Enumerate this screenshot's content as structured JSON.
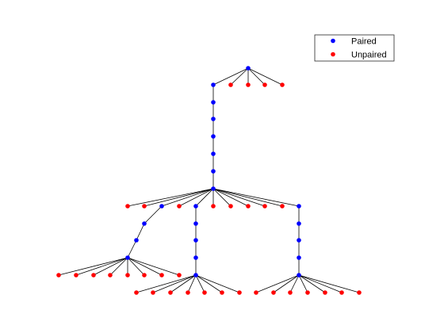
{
  "colors": {
    "paired": "#0000ff",
    "unpaired": "#ff0000",
    "edge": "#000000",
    "background": "#ffffff"
  },
  "legend": {
    "placement": "top-right",
    "entries": [
      {
        "key": "paired",
        "label": "Paired"
      },
      {
        "key": "unpaired",
        "label": "Unpaired"
      }
    ]
  },
  "chart_data": {
    "type": "tree",
    "root": "n1",
    "nodes": [
      {
        "id": "n1",
        "kind": "paired",
        "children": [
          "n2",
          "u1",
          "u2",
          "u3",
          "u4"
        ]
      },
      {
        "id": "n2",
        "kind": "paired",
        "children": [
          "n3"
        ]
      },
      {
        "id": "n3",
        "kind": "paired",
        "children": [
          "n4"
        ]
      },
      {
        "id": "n4",
        "kind": "paired",
        "children": [
          "n5"
        ]
      },
      {
        "id": "n5",
        "kind": "paired",
        "children": [
          "n6"
        ]
      },
      {
        "id": "n6",
        "kind": "paired",
        "children": [
          "n7"
        ]
      },
      {
        "id": "n7",
        "kind": "paired",
        "children": [
          "n8"
        ]
      },
      {
        "id": "n8",
        "kind": "paired",
        "children": [
          "u5",
          "u6",
          "n9",
          "u7",
          "n13",
          "u8",
          "u9",
          "u10",
          "u11",
          "u12",
          "n18"
        ]
      },
      {
        "id": "n9",
        "kind": "paired",
        "children": [
          "n10"
        ]
      },
      {
        "id": "n10",
        "kind": "paired",
        "children": [
          "n11"
        ]
      },
      {
        "id": "n11",
        "kind": "paired",
        "children": [
          "n12"
        ]
      },
      {
        "id": "n12",
        "kind": "paired",
        "children": [
          "u13",
          "u14",
          "u15",
          "u16",
          "u17",
          "u18",
          "u19",
          "u20"
        ]
      },
      {
        "id": "n13",
        "kind": "paired",
        "children": [
          "n14"
        ]
      },
      {
        "id": "n14",
        "kind": "paired",
        "children": [
          "n15"
        ]
      },
      {
        "id": "n15",
        "kind": "paired",
        "children": [
          "n16"
        ]
      },
      {
        "id": "n16",
        "kind": "paired",
        "children": [
          "n17"
        ]
      },
      {
        "id": "n17",
        "kind": "paired",
        "children": [
          "u21",
          "u22",
          "u23",
          "u24",
          "u25",
          "u26",
          "u27"
        ]
      },
      {
        "id": "n18",
        "kind": "paired",
        "children": [
          "n19"
        ]
      },
      {
        "id": "n19",
        "kind": "paired",
        "children": [
          "n20"
        ]
      },
      {
        "id": "n20",
        "kind": "paired",
        "children": [
          "n21"
        ]
      },
      {
        "id": "n21",
        "kind": "paired",
        "children": [
          "n22"
        ]
      },
      {
        "id": "n22",
        "kind": "paired",
        "children": [
          "u28",
          "u29",
          "u30",
          "u31",
          "u32",
          "u33",
          "u34"
        ]
      },
      {
        "id": "u1",
        "kind": "unpaired",
        "children": []
      },
      {
        "id": "u2",
        "kind": "unpaired",
        "children": []
      },
      {
        "id": "u3",
        "kind": "unpaired",
        "children": []
      },
      {
        "id": "u4",
        "kind": "unpaired",
        "children": []
      },
      {
        "id": "u5",
        "kind": "unpaired",
        "children": []
      },
      {
        "id": "u6",
        "kind": "unpaired",
        "children": []
      },
      {
        "id": "u7",
        "kind": "unpaired",
        "children": []
      },
      {
        "id": "u8",
        "kind": "unpaired",
        "children": []
      },
      {
        "id": "u9",
        "kind": "unpaired",
        "children": []
      },
      {
        "id": "u10",
        "kind": "unpaired",
        "children": []
      },
      {
        "id": "u11",
        "kind": "unpaired",
        "children": []
      },
      {
        "id": "u12",
        "kind": "unpaired",
        "children": []
      },
      {
        "id": "u13",
        "kind": "unpaired",
        "children": []
      },
      {
        "id": "u14",
        "kind": "unpaired",
        "children": []
      },
      {
        "id": "u15",
        "kind": "unpaired",
        "children": []
      },
      {
        "id": "u16",
        "kind": "unpaired",
        "children": []
      },
      {
        "id": "u17",
        "kind": "unpaired",
        "children": []
      },
      {
        "id": "u18",
        "kind": "unpaired",
        "children": []
      },
      {
        "id": "u19",
        "kind": "unpaired",
        "children": []
      },
      {
        "id": "u20",
        "kind": "unpaired",
        "children": []
      },
      {
        "id": "u21",
        "kind": "unpaired",
        "children": []
      },
      {
        "id": "u22",
        "kind": "unpaired",
        "children": []
      },
      {
        "id": "u23",
        "kind": "unpaired",
        "children": []
      },
      {
        "id": "u24",
        "kind": "unpaired",
        "children": []
      },
      {
        "id": "u25",
        "kind": "unpaired",
        "children": []
      },
      {
        "id": "u26",
        "kind": "unpaired",
        "children": []
      },
      {
        "id": "u27",
        "kind": "unpaired",
        "children": []
      },
      {
        "id": "u28",
        "kind": "unpaired",
        "children": []
      },
      {
        "id": "u29",
        "kind": "unpaired",
        "children": []
      },
      {
        "id": "u30",
        "kind": "unpaired",
        "children": []
      },
      {
        "id": "u31",
        "kind": "unpaired",
        "children": []
      },
      {
        "id": "u32",
        "kind": "unpaired",
        "children": []
      },
      {
        "id": "u33",
        "kind": "unpaired",
        "children": []
      },
      {
        "id": "u34",
        "kind": "unpaired",
        "children": []
      }
    ]
  }
}
